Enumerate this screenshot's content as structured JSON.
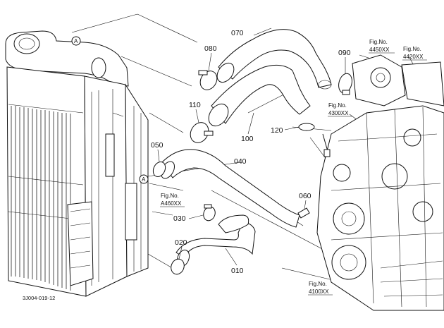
{
  "diagram": {
    "callouts": [
      {
        "id": "070",
        "label": "070"
      },
      {
        "id": "080",
        "label": "080"
      },
      {
        "id": "090",
        "label": "090"
      },
      {
        "id": "110",
        "label": "110"
      },
      {
        "id": "100",
        "label": "100"
      },
      {
        "id": "120",
        "label": "120"
      },
      {
        "id": "050",
        "label": "050"
      },
      {
        "id": "040",
        "label": "040"
      },
      {
        "id": "060",
        "label": "060"
      },
      {
        "id": "030",
        "label": "030"
      },
      {
        "id": "020",
        "label": "020"
      },
      {
        "id": "010",
        "label": "010"
      }
    ],
    "figure_refs": [
      {
        "prefix": "Fig.No.",
        "number": "4450XX"
      },
      {
        "prefix": "Fig.No.",
        "number": "4420XX"
      },
      {
        "prefix": "Fig.No.",
        "number": "4300XX"
      },
      {
        "prefix": "Fig.No.",
        "number": "A460XX"
      },
      {
        "prefix": "Fig.No.",
        "number": "4100XX"
      }
    ],
    "circle_markers": [
      "A",
      "A"
    ],
    "drawing_code": "3J004-019-12"
  }
}
